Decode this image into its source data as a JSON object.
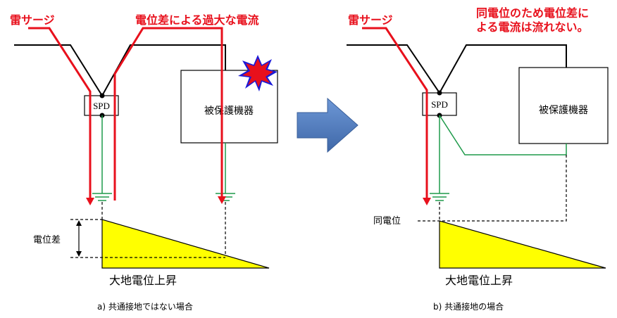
{
  "colors": {
    "surge": "#e8101c",
    "ground": "#1e9a4a",
    "earth_fill": "#ffff00",
    "arrow": "#5683c4",
    "burst_outer": "#e8101c",
    "burst_inner": "#1a1ad8"
  },
  "left": {
    "surge_label": "雷サージ",
    "current_label": "電位差による過大な電流",
    "spd_label": "SPD",
    "equipment_label": "被保護機器",
    "potential_diff_label": "電位差",
    "earth_rise_label": "大地電位上昇",
    "caption": "a)  共通接地ではない場合"
  },
  "right": {
    "surge_label": "雷サージ",
    "note_lines": [
      "同電位のため電位差に",
      "よる電流は流れない。"
    ],
    "spd_label": "SPD",
    "equipment_label": "被保護機器",
    "same_potential_label": "同電位",
    "earth_rise_label": "大地電位上昇",
    "caption": "b)  共通接地の場合"
  },
  "center_arrow_icon": "right-arrow-icon",
  "damage_icon": "explosion-burst-icon"
}
